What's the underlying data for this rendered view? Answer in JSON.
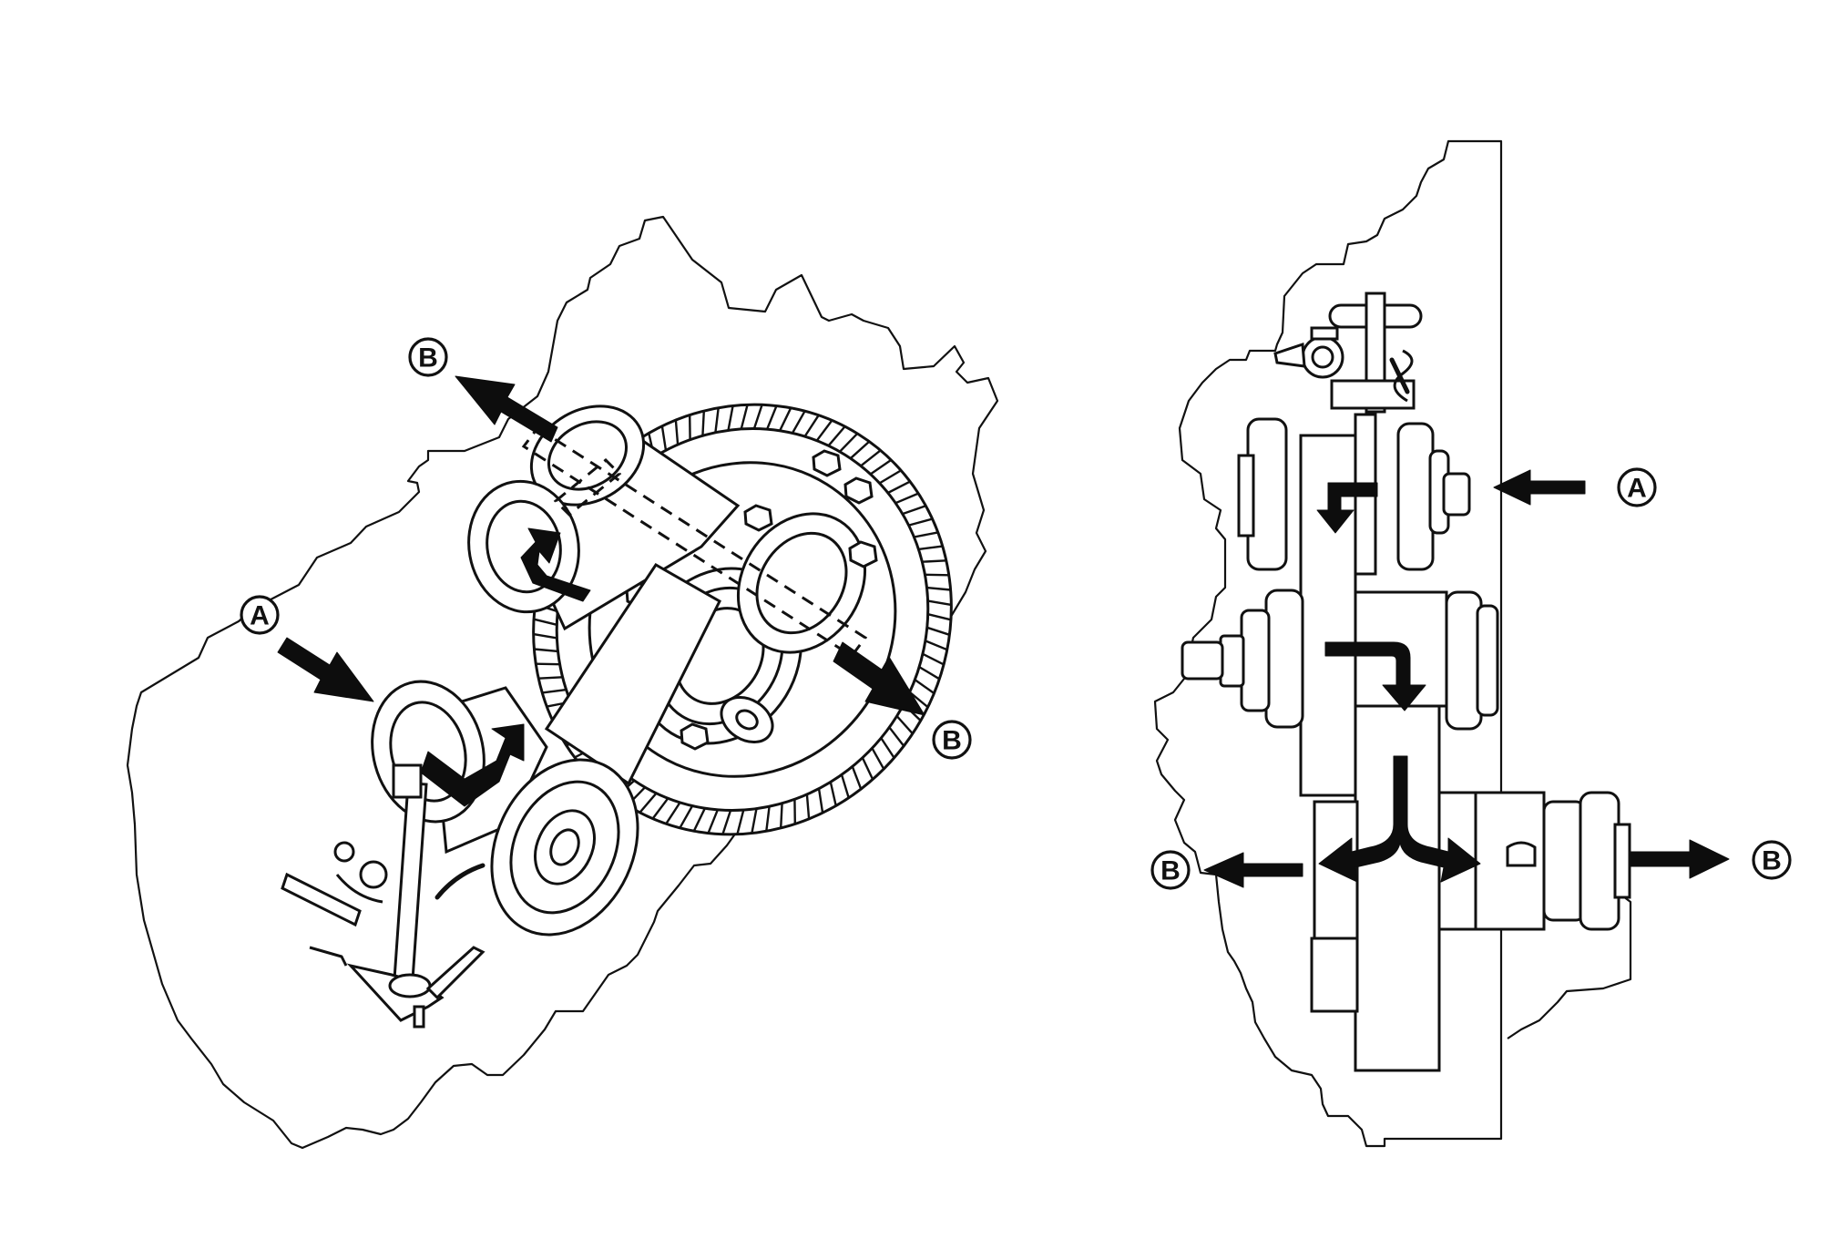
{
  "callouts": {
    "left_A": "A",
    "left_B_top": "B",
    "left_B_bottom": "B",
    "right_A": "A",
    "right_B_left": "B",
    "right_B_right": "B"
  }
}
